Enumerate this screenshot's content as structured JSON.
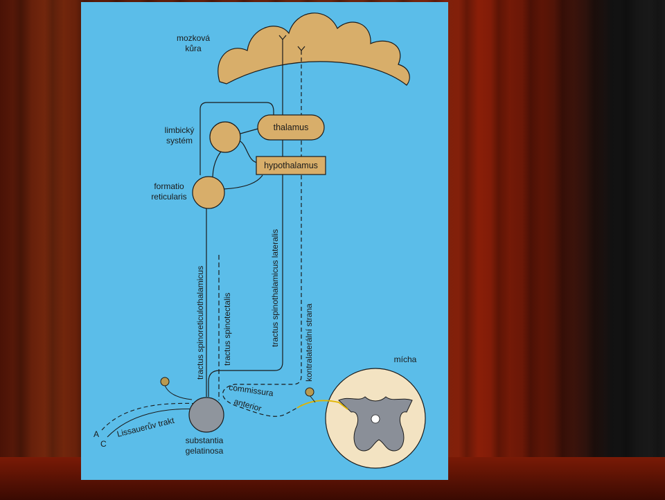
{
  "labels": {
    "cortex_line1": "mozková",
    "cortex_line2": "kůra",
    "thalamus": "thalamus",
    "hypothalamus": "hypothalamus",
    "limbic_line1": "limbický",
    "limbic_line2": "systém",
    "formatio_line1": "formatio",
    "formatio_line2": "reticularis",
    "tract_spinoreticulothalamicus": "tractus spinoreticulothalamicus",
    "tract_spinotectalis": "tractus spinotectalis",
    "tract_spinothalamicus_lateralis": "tractus spinothalamicus lateralis",
    "contralateral_side": "kontralaterální strana",
    "commissura": "commissura",
    "anterior": "anterior",
    "lissauer_tract": "Lissauerův trakt",
    "fiber_a": "A",
    "fiber_c": "C",
    "substantia_line1": "substantia",
    "substantia_line2": "gelatinosa",
    "spinal_cord": "mícha"
  },
  "colors": {
    "slide_background": "#5bbde9",
    "structure_fill": "#d8ae6a",
    "substantia_fill": "#8f959d",
    "spinal_cord_fill": "#f3e3c2",
    "grey_matter_fill": "#8a8f98",
    "axon_yellow": "#e0b400"
  }
}
